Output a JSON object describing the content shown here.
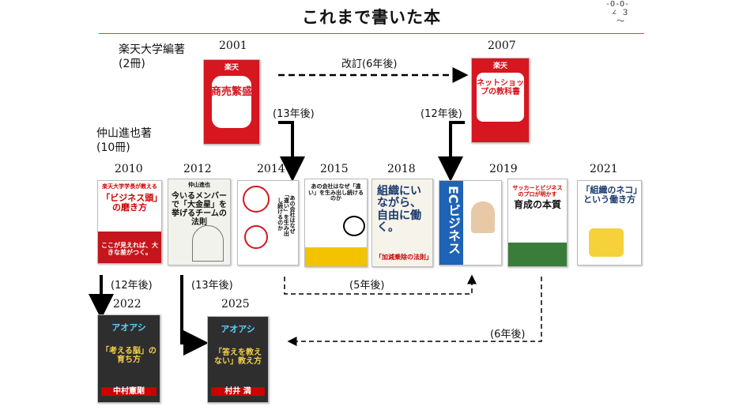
{
  "title": "これまで書いた本",
  "logo_text": [
    "-O-O-",
    "∠ ３",
    "〜"
  ],
  "groups": {
    "rakuten": {
      "label": "楽天大学編著",
      "count": "(2冊)"
    },
    "nakayama": {
      "label": "仲山進也著",
      "count": "(10冊)"
    }
  },
  "years": {
    "y2001": "2001",
    "y2007": "2007",
    "y2010": "2010",
    "y2012": "2012",
    "y2014": "2014",
    "y2015": "2015",
    "y2018": "2018",
    "y2019": "2019",
    "y2021": "2021",
    "y2022": "2022",
    "y2025": "2025"
  },
  "notes": {
    "revision": "改訂(6年後)",
    "n13a": "(13年後)",
    "n12a": "(12年後)",
    "n12b": "(12年後)",
    "n13b": "(13年後)",
    "n5": "(5年後)",
    "n6": "(6年後)"
  },
  "books": {
    "b2001": {
      "top": "楽天",
      "main": "商売繁盛"
    },
    "b2007": {
      "top": "楽天",
      "main": "ネットショップの教科書"
    },
    "b2010": {
      "top": "楽天大学学長が教える",
      "main": "「ビジネス頭」の磨き方",
      "sub": "ここが見えれば、大きな差がつく。"
    },
    "b2012": {
      "top": "仲山進也",
      "main": "今いるメンバーで「大金星」を挙げるチームの法則"
    },
    "b2014": {
      "main": "あの会社はなぜ「違い」を生み出し続けるのか"
    },
    "b2015": {
      "main": "あの会社はなぜ「違い」を生み出し続けるのか"
    },
    "b2018": {
      "main": "組織にいながら、自由に働く。",
      "sub": "「加減乗除の法則」"
    },
    "b2019a": {
      "main": "ECビジネス"
    },
    "b2019b": {
      "top": "サッカーとビジネスのプロが明かす",
      "main": "育成の本質"
    },
    "b2021": {
      "main": "「組織のネコ」という働き方"
    },
    "b2022": {
      "top": "アオアシ",
      "main": "「考える脳」の育ち方",
      "sub": "中村憲剛"
    },
    "b2025": {
      "top": "アオアシ",
      "main": "「答えを教えない」教え方",
      "sub": "村井 満"
    }
  },
  "colors": {
    "rule": "#c0504d",
    "red_cover": "#d6171f",
    "dark_cover": "#2e2e2e"
  }
}
